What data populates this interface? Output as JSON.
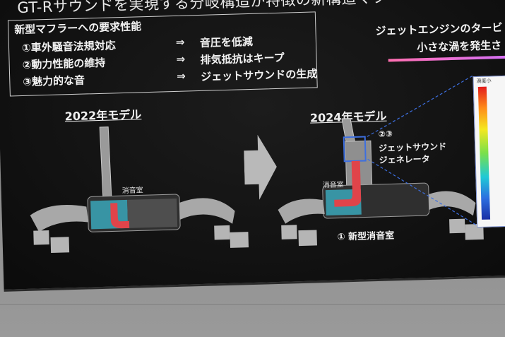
{
  "slide": {
    "title": "GT-Rサウンドを実現する分岐構造が特徴の新構造マフ",
    "requirements": {
      "heading": "新型マフラーへの要求性能",
      "arrow": "⇒",
      "items": [
        {
          "label": "①車外騒音法規対応",
          "effect": "音圧を低減"
        },
        {
          "label": "②動力性能の維持",
          "effect": "排気抵抗はキープ"
        },
        {
          "label": "③魅力的な音",
          "effect": "ジェットサウンドの生成"
        }
      ]
    },
    "model_2022": {
      "label": "2022年モデル",
      "chamber_label": "消音室"
    },
    "model_2024": {
      "label": "2024年モデル",
      "chamber_label": "消音室",
      "generator_num": "②③",
      "generator_line1": "ジェットサウンド",
      "generator_line2": "ジェネレータ",
      "new_chamber": "① 新型消音室"
    },
    "callout": {
      "line1": "ジェットエンジンのタービ",
      "line2": "小さな渦を発生さ"
    },
    "plot": {
      "title": "渦度小"
    },
    "colors": {
      "accent_pink": "#ff6fb0",
      "pipe_red": "#e0444a",
      "chamber_cyan": "#3aa6b8",
      "highlight_blue": "#3d6fe0"
    }
  }
}
